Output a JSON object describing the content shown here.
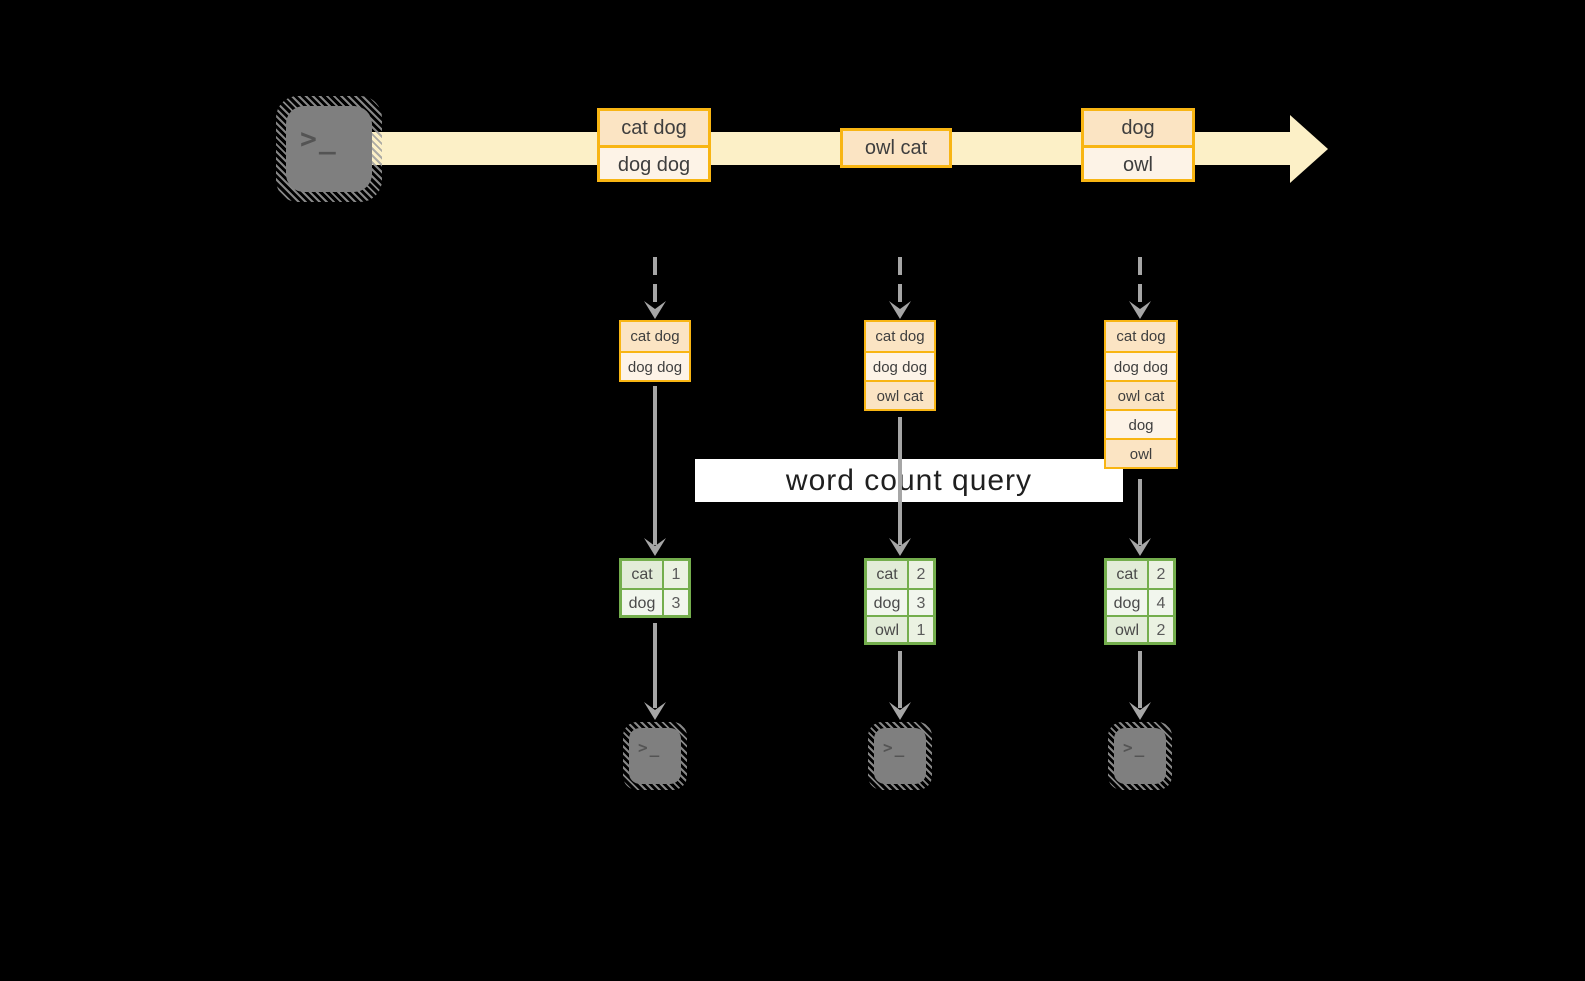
{
  "diagram": {
    "title_semantic": "streaming word count query diagram",
    "query_label": "word count query",
    "terminal_prompt": ">_",
    "stream_boxes": [
      {
        "rows": [
          "cat dog",
          "dog dog"
        ]
      },
      {
        "rows": [
          "owl cat"
        ]
      },
      {
        "rows": [
          "dog",
          "owl"
        ]
      }
    ],
    "state_boxes": [
      {
        "rows": [
          "cat dog",
          "dog dog"
        ]
      },
      {
        "rows": [
          "cat dog",
          "dog dog",
          "owl cat"
        ]
      },
      {
        "rows": [
          "cat dog",
          "dog dog",
          "owl cat",
          "dog",
          "owl"
        ]
      }
    ],
    "count_tables": [
      {
        "rows": [
          [
            "cat",
            "1"
          ],
          [
            "dog",
            "3"
          ]
        ]
      },
      {
        "rows": [
          [
            "cat",
            "2"
          ],
          [
            "dog",
            "3"
          ],
          [
            "owl",
            "1"
          ]
        ]
      },
      {
        "rows": [
          [
            "cat",
            "2"
          ],
          [
            "dog",
            "4"
          ],
          [
            "owl",
            "2"
          ]
        ]
      }
    ]
  },
  "colors": {
    "background": "#000000",
    "stream_band": "#FCF0C7",
    "box_border_gold": "#F8B513",
    "cell_peach_dark": "#FBE4C3",
    "cell_peach_light": "#FDF3E7",
    "table_border_green": "#74AE4D",
    "cell_green_dark": "#E2ECD8",
    "cell_green_light": "#F1F6ED",
    "arrow_gray": "#A6A6A6",
    "terminal_gray": "#7F7F7F",
    "query_bg": "#FFFFFF"
  }
}
